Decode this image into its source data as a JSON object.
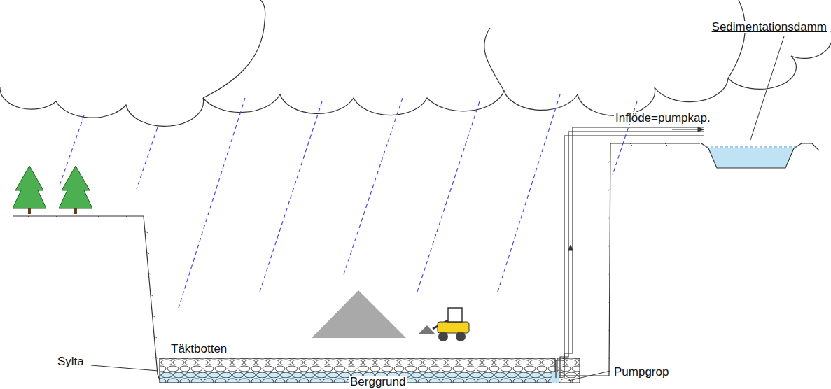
{
  "diagram": {
    "labels": [
      "Sedimentationsdamm",
      "Inflöde=pumpkap.",
      "Sylta",
      "Täktbotten",
      "Berggrund",
      "Pumpgrop"
    ]
  }
}
